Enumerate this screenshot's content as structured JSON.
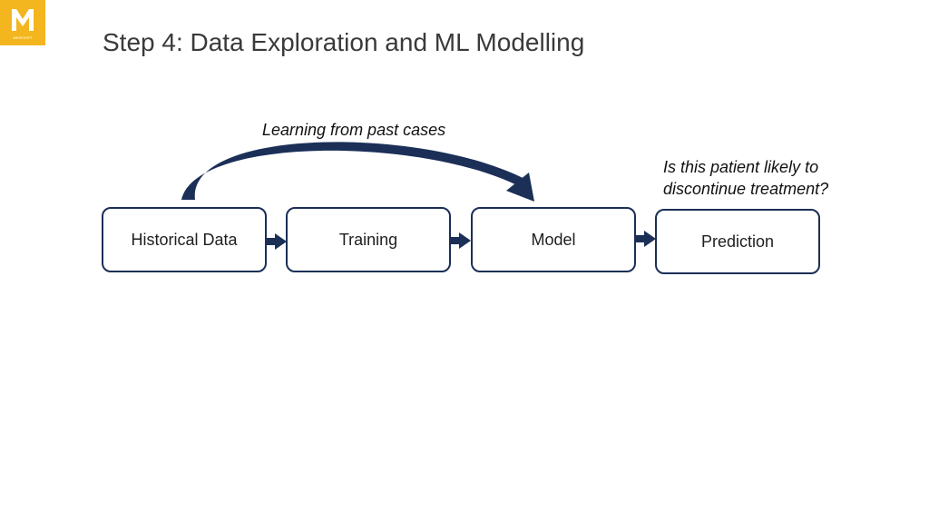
{
  "logo": {
    "label": "MERCERT",
    "color": "#f3b61f"
  },
  "title": "Step 4: Data Exploration and ML Modelling",
  "steps": [
    {
      "label": "Historical Data"
    },
    {
      "label": "Training"
    },
    {
      "label": "Model"
    },
    {
      "label": "Prediction"
    }
  ],
  "annotations": {
    "learning": "Learning from past cases",
    "question_line1": "Is this patient likely to",
    "question_line2": "discontinue treatment?"
  },
  "colors": {
    "box_border": "#1b2f57",
    "arrow": "#1b2f57",
    "title": "#3a3a3a"
  }
}
